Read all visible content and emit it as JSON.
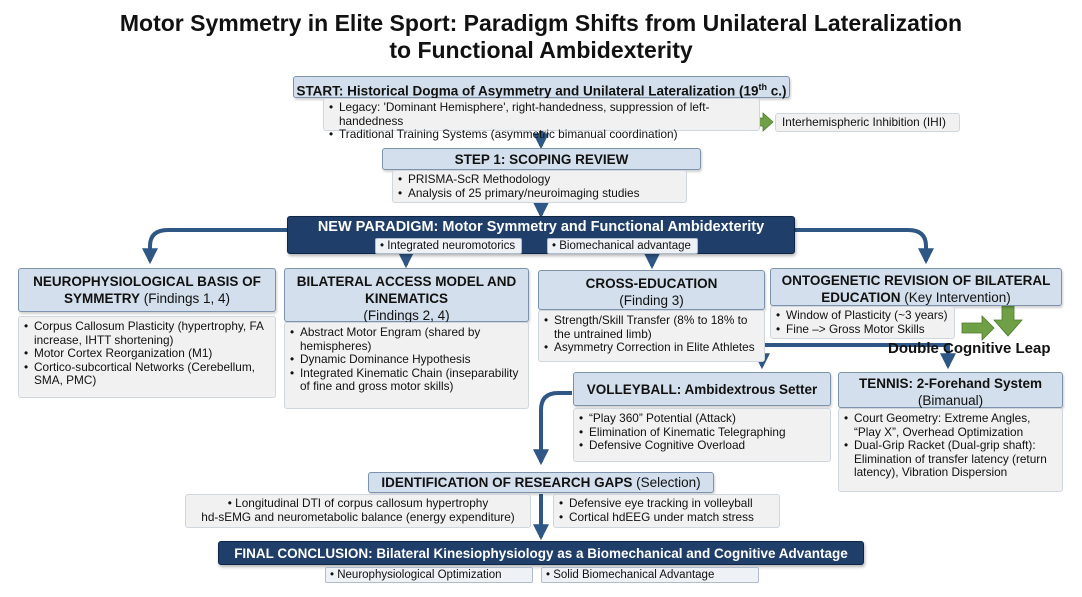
{
  "title": {
    "line1": "Motor Symmetry in Elite Sport: Paradigm Shifts from Unilateral Lateralization",
    "line2": "to Functional Ambidexterity"
  },
  "start": {
    "heading": "START: Historical Dogma of Asymmetry and Unilateral Lateralization (19",
    "heading_sup": "th",
    "heading_tail": " c.)",
    "items": [
      "Legacy: 'Dominant Hemisphere', right-handedness, suppression of left-handedness",
      "Traditional Training Systems (asymmetric bimanual coordination)"
    ],
    "side_note": "Interhemispheric Inhibition (IHI)"
  },
  "step1": {
    "heading": "STEP 1: SCOPING REVIEW",
    "items": [
      "PRISMA-ScR Methodology",
      "Analysis of 25 primary/neuroimaging studies"
    ]
  },
  "paradigm": {
    "heading": "NEW PARADIGM: Motor Symmetry and Functional Ambidexterity",
    "tags": [
      "Integrated neuromotorics",
      "Biomechanical advantage"
    ]
  },
  "columns": [
    {
      "heading_bold_1": "NEUROPHYSIOLOGICAL BASIS OF",
      "heading_bold_2": "SYMMETRY",
      "heading_norm": " (Findings 1, 4)",
      "items": [
        "Corpus Callosum Plasticity (hypertrophy, FA increase, IHTT shortening)",
        "Motor Cortex Reorganization (M1)",
        "Cortico-subcortical Networks (Cerebellum, SMA, PMC)"
      ]
    },
    {
      "heading_bold_1": "BILATERAL ACCESS MODEL AND",
      "heading_bold_2": "KINEMATICS",
      "heading_norm": "(Findings 2, 4)",
      "items": [
        "Abstract Motor Engram (shared by hemispheres)",
        "Dynamic Dominance Hypothesis",
        "Integrated Kinematic Chain (inseparability of fine and gross motor skills)"
      ]
    },
    {
      "heading_bold_1": "CROSS-EDUCATION",
      "heading_norm": "(Finding 3)",
      "items": [
        "Strength/Skill Transfer (8% to 18% to the untrained limb)",
        "Asymmetry Correction in Elite Athletes"
      ]
    },
    {
      "heading_bold_1": "ONTOGENETIC REVISION OF BILATERAL",
      "heading_bold_2": "EDUCATION",
      "heading_norm": " (Key Intervention)",
      "items": [
        "Window of Plasticity (~3 years)",
        "Fine –> Gross Motor Skills"
      ]
    }
  ],
  "leap_label": "Double Cognitive Leap",
  "volleyball": {
    "heading": "VOLLEYBALL: Ambidextrous Setter",
    "items": [
      "“Play 360” Potential (Attack)",
      "Elimination of Kinematic Telegraphing",
      "Defensive Cognitive Overload"
    ]
  },
  "tennis": {
    "heading": "TENNIS: 2-Forehand System",
    "subheading": "(Bimanual)",
    "items": [
      "Court Geometry: Extreme Angles, “Play X”, Overhead Optimization",
      "Dual-Grip Racket (Dual-grip shaft): Elimination of transfer latency (return latency), Vibration Dispersion"
    ]
  },
  "gaps": {
    "heading": "IDENTIFICATION OF RESEARCH GAPS",
    "heading_norm": " (Selection)",
    "left_items": [
      "Longitudinal DTI of corpus callosum hypertrophy",
      "hd-sEMG and neurometabolic balance (energy expenditure)"
    ],
    "right_items": [
      "Defensive eye tracking in volleyball",
      "Cortical hdEEG under match stress"
    ]
  },
  "conclusion": {
    "heading": "FINAL CONCLUSION: Bilateral Kinesiophysiology as a Biomechanical and Cognitive Advantage",
    "tags": [
      "Neurophysiological Optimization",
      "Solid Biomechanical Advantage"
    ]
  },
  "colors": {
    "dark_navy": "#1f3f6a",
    "header_blue": "#d3dfec",
    "arrow_blue": "#2f5785",
    "arrow_green": "#6fa046",
    "panel_gray": "#f1f1f1"
  }
}
